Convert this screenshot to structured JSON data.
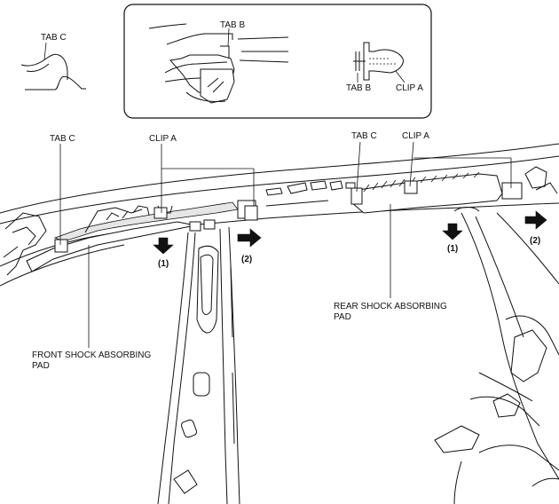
{
  "labels": {
    "tab_c_detail": "TAB C",
    "tab_b_inset": "TAB B",
    "tab_b_clip_detail": "TAB B",
    "clip_a_detail": "CLIP A",
    "tab_c_front": "TAB C",
    "clip_a_front": "CLIP A",
    "tab_c_rear": "TAB C",
    "clip_a_rear": "CLIP A",
    "front_pad_line1": "FRONT SHOCK ABSORBING",
    "front_pad_line2": "PAD",
    "rear_pad_line1": "REAR SHOCK ABSORBING",
    "rear_pad_line2": "PAD"
  },
  "arrows": {
    "front_down": "(1)",
    "front_right": "(2)",
    "rear_down": "(1)",
    "rear_right": "(2)"
  }
}
